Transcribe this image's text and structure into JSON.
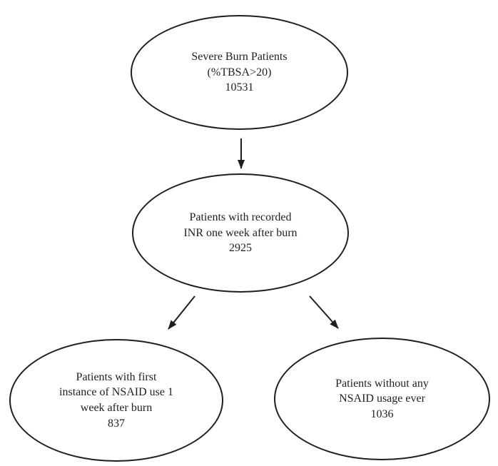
{
  "diagram": {
    "title": "Severe burn patient NSAID/INR selection flowchart",
    "background_color": "#ffffff",
    "stroke_color": "#1f1f1f",
    "text_color": "#1f1f1f",
    "nodes": {
      "top": {
        "lines": [
          "Severe Burn Patients",
          "(%TBSA>20)",
          "10531"
        ],
        "count": "10531"
      },
      "middle": {
        "lines": [
          "Patients with recorded",
          "INR one week after burn",
          "2925"
        ],
        "count": "2925"
      },
      "bottom_left": {
        "lines": [
          "Patients with first",
          "instance of NSAID use 1",
          "week after burn",
          "837"
        ],
        "count": "837"
      },
      "bottom_right": {
        "lines": [
          "Patients without any",
          "NSAID usage ever",
          "1036"
        ],
        "count": "1036"
      }
    },
    "edges": [
      {
        "from": "top",
        "to": "middle"
      },
      {
        "from": "middle",
        "to": "bottom_left"
      },
      {
        "from": "middle",
        "to": "bottom_right"
      }
    ]
  }
}
